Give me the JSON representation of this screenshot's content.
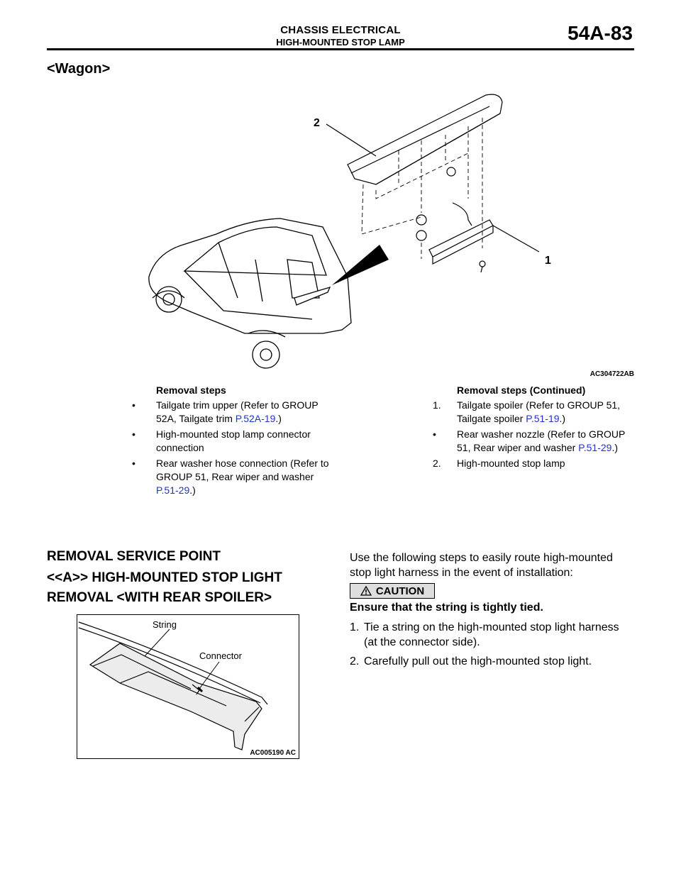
{
  "header": {
    "title": "CHASSIS ELECTRICAL",
    "subtitle": "HIGH-MOUNTED STOP LAMP",
    "page": "54A-83"
  },
  "section_label": "<Wagon>",
  "figure1": {
    "callouts": [
      "2",
      "1"
    ],
    "code": "AC304722AB"
  },
  "removal_steps": {
    "heading": "Removal steps",
    "items": [
      {
        "marker": "•",
        "text": "Tailgate trim upper (Refer to GROUP 52A, Tailgate trim ",
        "link": "P.52A-19",
        "tail": ".)"
      },
      {
        "marker": "•",
        "text": "High-mounted stop lamp connector connection",
        "link": "",
        "tail": ""
      },
      {
        "marker": "•",
        "text": "Rear washer hose connection (Refer to GROUP 51, Rear wiper and washer ",
        "link": "P.51-29",
        "tail": ".)"
      }
    ]
  },
  "removal_steps_continued": {
    "heading": "Removal steps (Continued)",
    "items": [
      {
        "marker": "1.",
        "text": "Tailgate spoiler (Refer to GROUP 51, Tailgate spoiler ",
        "link": "P.51-19",
        "tail": ".)"
      },
      {
        "marker": "•",
        "text": "Rear washer nozzle (Refer to GROUP 51, Rear wiper and washer ",
        "link": "P.51-29",
        "tail": ".)"
      },
      {
        "marker": "2.",
        "text": "High-mounted stop lamp",
        "link": "",
        "tail": ""
      }
    ]
  },
  "service": {
    "heading": "REMOVAL SERVICE POINT",
    "subheading_line1": "<<A>> HIGH-MOUNTED STOP LIGHT",
    "subheading_line2": "REMOVAL <WITH REAR SPOILER>",
    "intro": "Use the following steps to easily route high-mounted stop light harness in the event of installation:",
    "caution_label": "CAUTION",
    "caution_text": "Ensure that the string is tightly tied.",
    "steps": [
      {
        "num": "1.",
        "text": "Tie a string on the high-mounted stop light harness (at the connector side)."
      },
      {
        "num": "2.",
        "text": "Carefully pull out the high-mounted stop light."
      }
    ]
  },
  "figure2": {
    "label_string": "String",
    "label_connector": "Connector",
    "code": "AC005190 AC"
  }
}
